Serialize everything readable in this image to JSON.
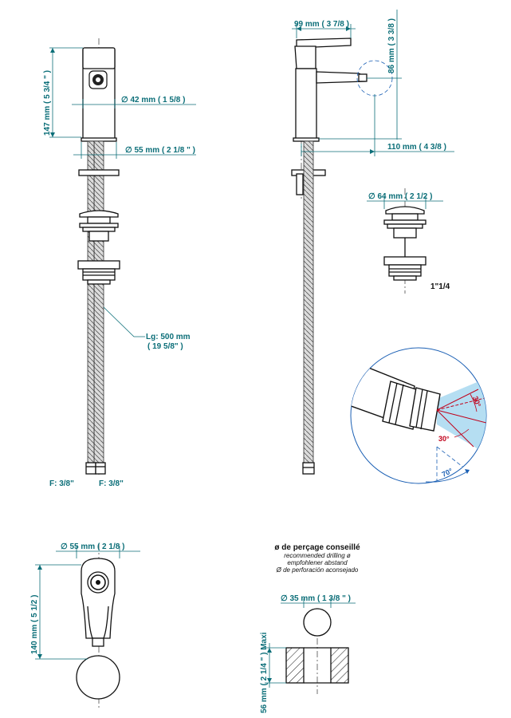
{
  "colors": {
    "dimension": "#0b6e78",
    "outline": "#111111",
    "angle_red": "#c0001a",
    "angle_blue": "#1a5fb4",
    "water_blue": "#a8d8f0"
  },
  "front_view": {
    "height_dim": "147 mm ( 5 3/4 \" )",
    "body_diameter": "∅  42 mm  ( 1 5/8 )",
    "base_diameter": "∅  55 mm  ( 2 1/8 \" )",
    "hose_length_line1": "Lg: 500 mm",
    "hose_length_line2": "( 19 5/8\" )",
    "fitting_left": "F: 3/8\"",
    "fitting_right": "F: 3/8\""
  },
  "side_view": {
    "depth_dim": "99 mm  ( 3 7/8 )",
    "spout_height": "86 mm  ( 3 3/8 )",
    "reach_dim": "110 mm  ( 4 3/8 )"
  },
  "waste": {
    "diameter": "∅  64 mm  ( 2 1/2 )",
    "thread": "1\"1/4"
  },
  "detail": {
    "angle_top": "30°",
    "angle_bottom": "30°",
    "angle_swivel": "70°"
  },
  "top_view": {
    "diameter": "∅  55 mm  ( 2 1/8 )",
    "length": "140 mm  ( 5 1/2 )"
  },
  "drilling": {
    "title": "ø de perçage conseillé",
    "line_en": "recommended drilling ø",
    "line_de": "empfohlener abstand",
    "line_es": "Ø de perforación aconsejado",
    "hole_diameter": "∅  35 mm  ( 1 3/8 \" )",
    "max_thickness": "56 mm  ( 2 1/4 \" )  Maxi"
  }
}
